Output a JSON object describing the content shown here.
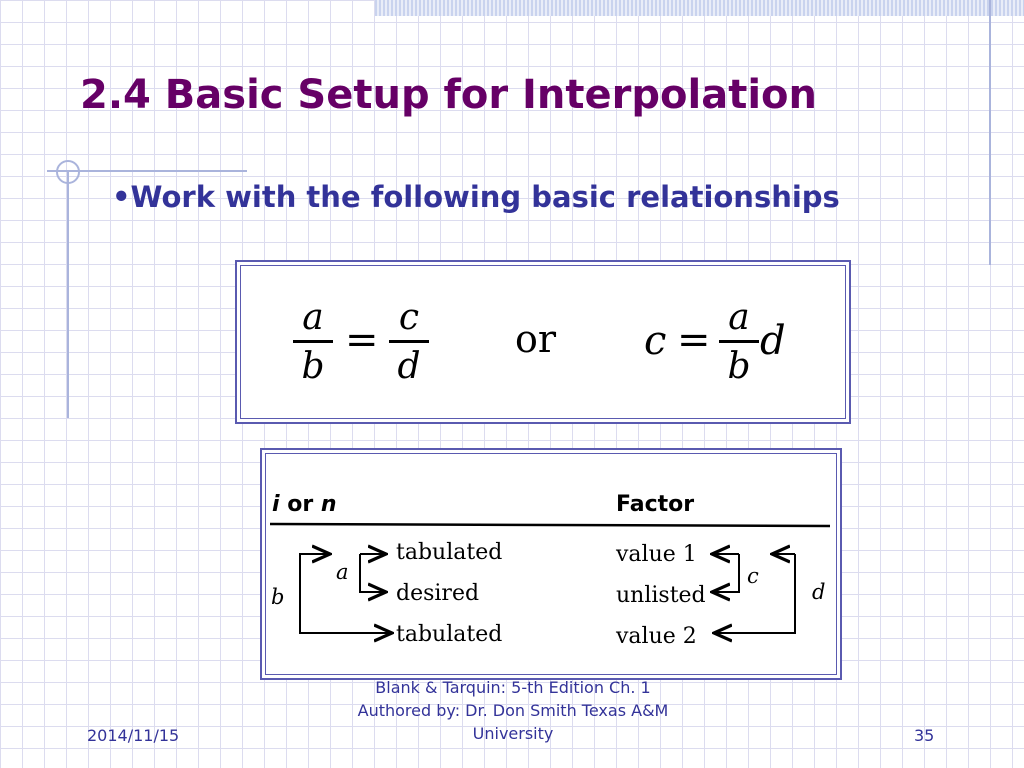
{
  "slide": {
    "title": "2.4 Basic Setup for Interpolation",
    "bullet": "•Work with the following basic relationships"
  },
  "equations": {
    "eq1": {
      "num_left": "a",
      "den_left": "b",
      "equals": "=",
      "num_right": "c",
      "den_right": "d"
    },
    "or": "or",
    "eq2": {
      "lhs": "c",
      "equals": "=",
      "num": "a",
      "den": "b",
      "tail": "d"
    }
  },
  "table": {
    "header_left_i": "i",
    "header_left_or": " or ",
    "header_left_n": "n",
    "header_right": "Factor",
    "rows": [
      {
        "left": "tabulated",
        "right": "value 1"
      },
      {
        "left": "desired",
        "right": "unlisted"
      },
      {
        "left": "tabulated",
        "right": "value 2"
      }
    ],
    "labels": {
      "a": "a",
      "b": "b",
      "c": "c",
      "d": "d"
    }
  },
  "footer": {
    "line1": "Blank & Tarquin: 5-th Edition Ch. 1",
    "line2": "Authored by: Dr. Don Smith Texas A&M",
    "line3": "University",
    "date": "2014/11/15",
    "page": "35"
  },
  "colors": {
    "title": "#660066",
    "text": "#333399",
    "grid": "#dcdcef",
    "border": "#5a5ab0"
  }
}
